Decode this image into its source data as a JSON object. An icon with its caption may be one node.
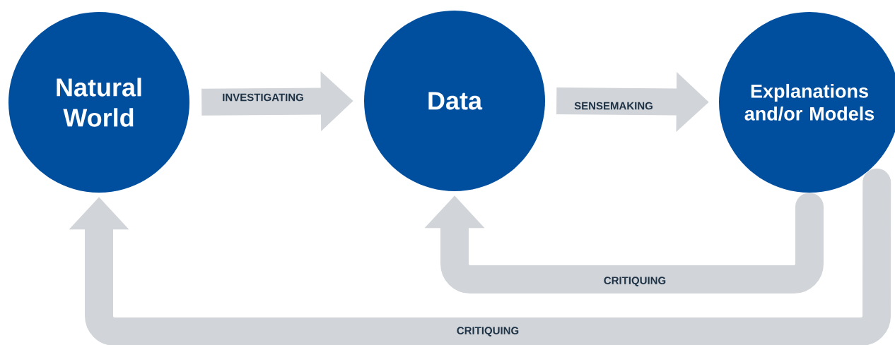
{
  "diagram": {
    "nodes": [
      {
        "text": [
          "Natural World"
        ]
      },
      {
        "text": [
          "Data"
        ]
      },
      {
        "text": [
          "Explanations and/or Models"
        ]
      }
    ],
    "edges": [
      {
        "from": 0,
        "to": 1,
        "arrow": "to",
        "label": "INVESTIGATING"
      },
      {
        "from": 1,
        "to": 2,
        "arrow": "to",
        "label": "SENSEMAKING"
      },
      {
        "from": 2,
        "to": 1,
        "arrow": "to",
        "label": "CRITIQUING"
      },
      {
        "from": 2,
        "to": 0,
        "arrow": "to",
        "label": "CRITIQUING"
      }
    ]
  }
}
